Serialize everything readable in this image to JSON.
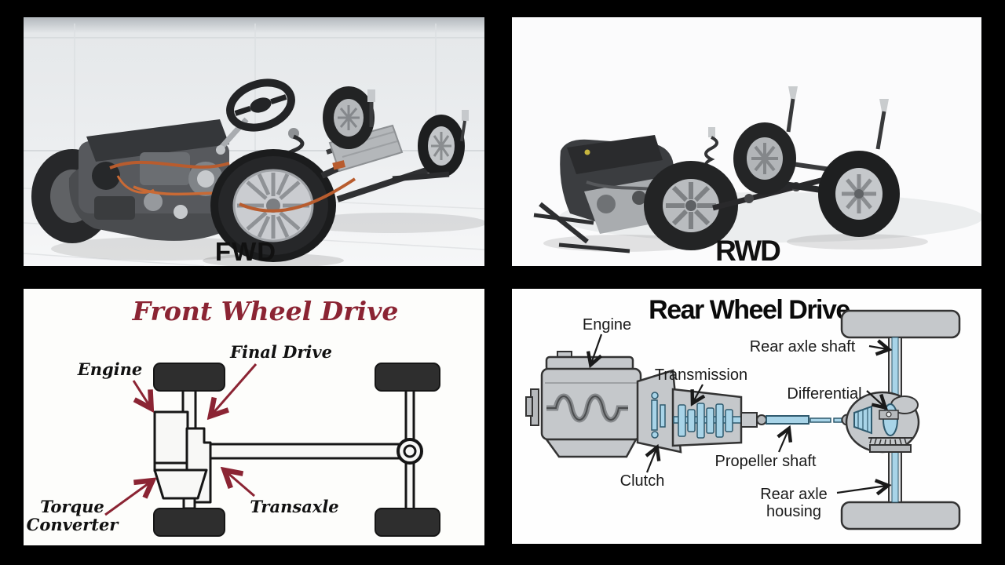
{
  "panels": {
    "fwd_photo": {
      "caption": "FWD",
      "caption_color": "#111111"
    },
    "rwd_photo": {
      "caption": "RWD",
      "caption_color": "#111111"
    },
    "fwd_diagram": {
      "title": "Front Wheel Drive",
      "title_color": "#8b2433",
      "arrow_color": "#8b2433",
      "labels": {
        "engine": "Engine",
        "final_drive": "Final Drive",
        "torque_converter_line1": "Torque",
        "torque_converter_line2": "Converter",
        "transaxle": "Transaxle"
      },
      "colors": {
        "wheel_fill": "#2e2e2e",
        "outline": "#161616",
        "body_fill": "#f8f8f6"
      }
    },
    "rwd_diagram": {
      "title": "Rear Wheel Drive",
      "title_color": "#0a0a0a",
      "arrow_color": "#1a1a1a",
      "labels": {
        "engine": "Engine",
        "rear_axle_shaft": "Rear axle shaft",
        "transmission": "Transmission",
        "differential": "Differential",
        "clutch": "Clutch",
        "propeller_shaft": "Propeller shaft",
        "rear_axle_housing_line1": "Rear axle",
        "rear_axle_housing_line2": "housing"
      },
      "colors": {
        "component_metal": "#c5c8cb",
        "driveline_blue": "#a8d4e8",
        "outline": "#333333"
      }
    }
  }
}
